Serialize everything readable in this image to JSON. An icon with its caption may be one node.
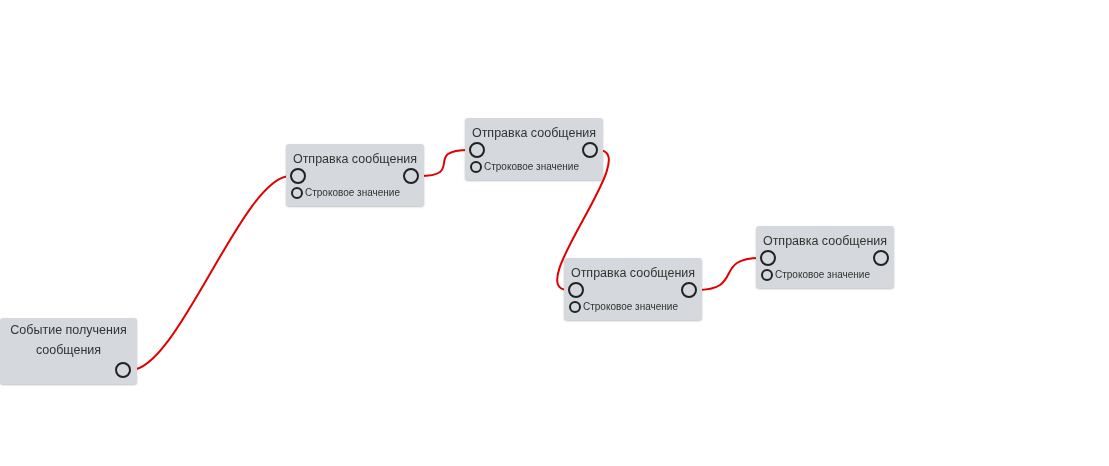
{
  "diagram": {
    "nodes": [
      {
        "text": [
          "Событие получения сообщения"
        ]
      },
      {
        "text": [],
        "shape": "circle",
        "in": 0
      },
      {
        "text": [
          "Отправка сообщения",
          "Строковое значение"
        ]
      },
      {
        "text": [],
        "shape": "circle",
        "in": 2
      },
      {
        "text": [],
        "shape": "circle",
        "in": 2
      },
      {
        "text": [],
        "shape": "circle",
        "in": 2
      },
      {
        "text": [
          "Отправка сообщения",
          "Строковое значение"
        ]
      },
      {
        "text": [],
        "shape": "circle",
        "in": 6
      },
      {
        "text": [],
        "shape": "circle",
        "in": 6
      },
      {
        "text": [],
        "shape": "circle",
        "in": 6
      },
      {
        "text": [
          "Отправка сообщения",
          "Строковое значение"
        ]
      },
      {
        "text": [],
        "shape": "circle",
        "in": 10
      },
      {
        "text": [],
        "shape": "circle",
        "in": 10
      },
      {
        "text": [],
        "shape": "circle",
        "in": 10
      },
      {
        "text": [
          "Отправка сообщения",
          "Строковое значение"
        ]
      },
      {
        "text": [],
        "shape": "circle",
        "in": 14
      },
      {
        "text": [],
        "shape": "circle",
        "in": 14
      },
      {
        "text": [],
        "shape": "circle",
        "in": 14
      }
    ],
    "edges": [
      {
        "from": 1,
        "to": 3,
        "arrow": "none"
      },
      {
        "from": 4,
        "to": 7,
        "arrow": "none"
      },
      {
        "from": 8,
        "to": 11,
        "arrow": "none"
      },
      {
        "from": 12,
        "to": 15,
        "arrow": "none"
      }
    ]
  }
}
